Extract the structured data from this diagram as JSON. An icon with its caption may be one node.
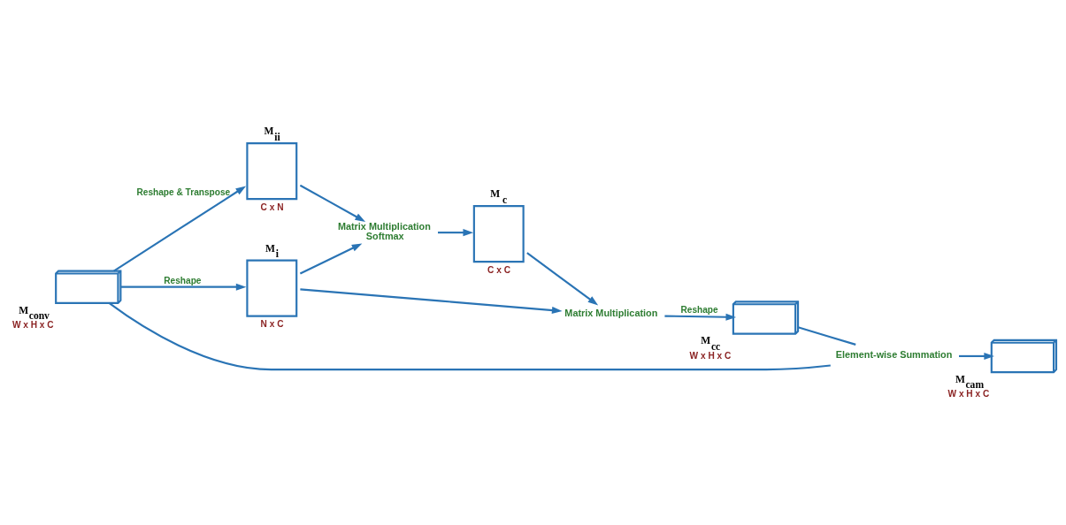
{
  "diagram": {
    "nodes": [
      {
        "text": [
          "M$_{conv}$"
        ],
        "beside": [
          "W x H x C"
        ]
      },
      {
        "text": [
          "M$_{ii}$"
        ],
        "beside": [
          "C x N"
        ]
      },
      {
        "text": [
          "M$_{i}$"
        ],
        "beside": [
          "N x C"
        ]
      },
      {
        "text": [
          "Matrix Multiplication",
          "Softmax"
        ]
      },
      {
        "text": [
          "M $_{c}$"
        ],
        "beside": [
          "C x C"
        ]
      },
      {
        "text": [
          "Matrix Multiplication"
        ]
      },
      {
        "text": [
          "M$_{cc}$"
        ],
        "beside": [
          "W x H x C"
        ]
      },
      {
        "text": [
          "Element-wise Summation"
        ]
      },
      {
        "text": [
          "M$_{cam}$"
        ],
        "beside": [
          "W x H x C"
        ]
      }
    ],
    "edges": [
      {
        "from": 0,
        "to": 1,
        "arrow": "to",
        "label": "Reshape & Transpose"
      },
      {
        "from": 0,
        "to": 2,
        "arrow": "to",
        "label": "Reshape"
      },
      {
        "from": 1,
        "to": 3,
        "arrow": "to"
      },
      {
        "from": 2,
        "to": 3,
        "arrow": "to"
      },
      {
        "from": 3,
        "to": 4,
        "arrow": "to"
      },
      {
        "from": 4,
        "to": 5,
        "arrow": "to"
      },
      {
        "from": 2,
        "to": 5,
        "arrow": "to"
      },
      {
        "from": 5,
        "to": 6,
        "arrow": "to",
        "label": "Reshape"
      },
      {
        "from": 6,
        "to": 7,
        "arrow": "none"
      },
      {
        "from": 7,
        "to": 8,
        "arrow": "to"
      },
      {
        "from": 0,
        "to": 7,
        "arrow": "none"
      }
    ]
  }
}
